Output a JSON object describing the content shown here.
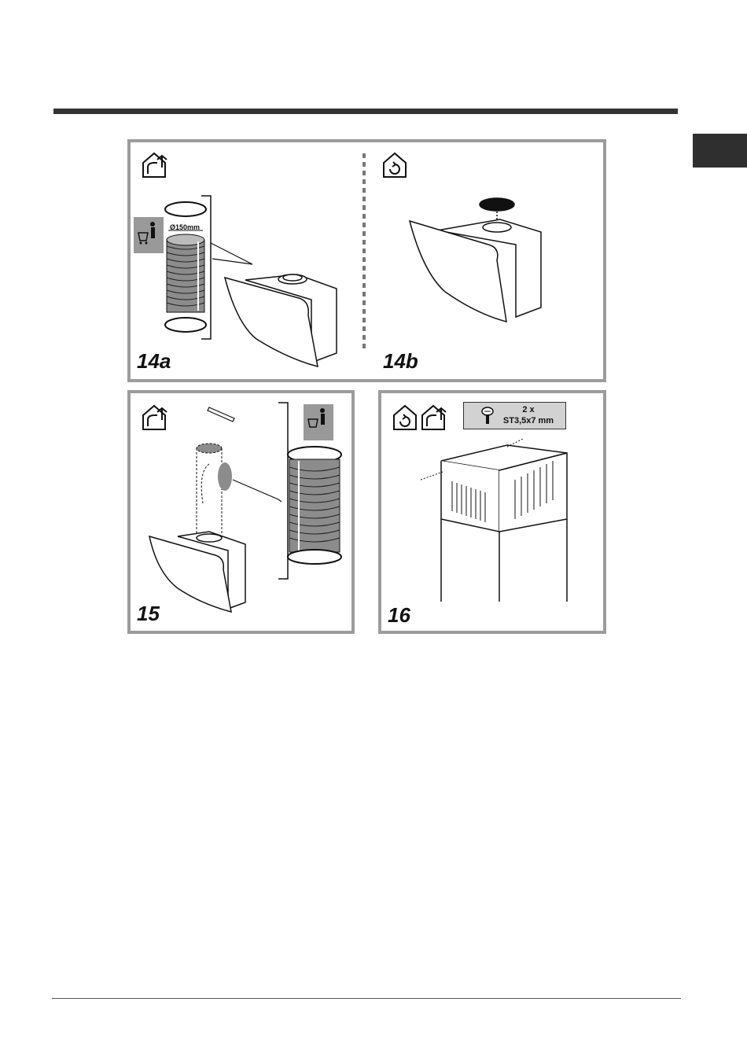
{
  "figures": {
    "fig_14a": {
      "label": "14a",
      "diameter": "Ø150mm"
    },
    "fig_14b": {
      "label": "14b"
    },
    "fig_15": {
      "label": "15"
    },
    "fig_16": {
      "label": "16",
      "screw_qty": "2 x",
      "screw_spec": "ST3,5x7 mm"
    }
  },
  "icons": {
    "ducted": "house-ducted-icon",
    "recirculation": "house-recirculation-icon",
    "purchase": "shopping-cart-person-icon",
    "screw": "screw-icon"
  },
  "colors": {
    "frame": "#9c9c9c",
    "rule": "#333333",
    "shade": "#8c8c8c"
  }
}
